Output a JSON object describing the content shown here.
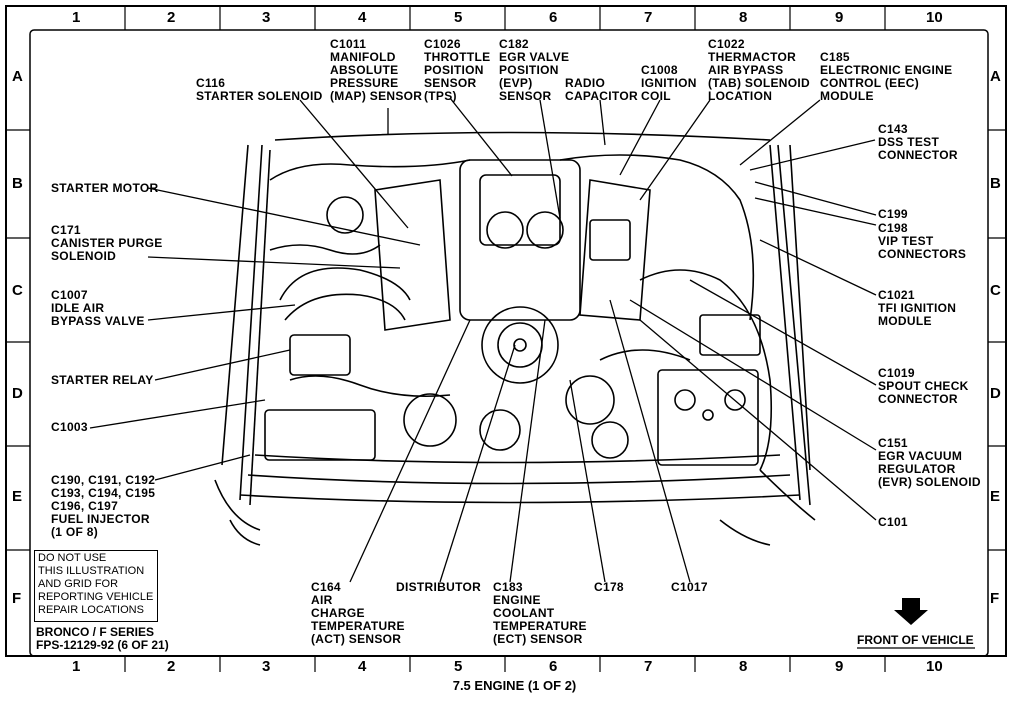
{
  "columns": [
    "1",
    "2",
    "3",
    "4",
    "5",
    "6",
    "7",
    "8",
    "9",
    "10"
  ],
  "rows": [
    "A",
    "B",
    "C",
    "D",
    "E",
    "F"
  ],
  "callouts": {
    "c116": "C116\nSTARTER SOLENOID",
    "c1011": "C1011\nMANIFOLD\nABSOLUTE\nPRESSURE\n(MAP) SENSOR",
    "c1026": "C1026\nTHROTTLE\nPOSITION\nSENSOR\n(TPS)",
    "c182": "C182\nEGR VALVE\nPOSITION\n(EVP)\nSENSOR",
    "radio_cap": "RADIO\nCAPACITOR",
    "c1008": "C1008\nIGNITION\nCOIL",
    "c1022": "C1022\nTHERMACTOR\nAIR BYPASS\n(TAB) SOLENOID\nLOCATION",
    "c185": "C185\nELECTRONIC ENGINE\nCONTROL (EEC)\nMODULE",
    "c143": "C143\nDSS TEST\nCONNECTOR",
    "starter_motor": "STARTER MOTOR",
    "c171": "C171\nCANISTER PURGE\nSOLENOID",
    "c199": "C199",
    "c198": "C198\nVIP TEST\nCONNECTORS",
    "c1007": "C1007\nIDLE AIR\nBYPASS VALVE",
    "c1021": "C1021\nTFI IGNITION\nMODULE",
    "starter_relay": "STARTER RELAY",
    "c1019": "C1019\nSPOUT CHECK\nCONNECTOR",
    "c1003": "C1003",
    "c151": "C151\nEGR VACUUM\nREGULATOR\n(EVR) SOLENOID",
    "c190": "C190, C191, C192\nC193, C194, C195\nC196, C197\nFUEL INJECTOR\n(1 OF 8)",
    "c101": "C101",
    "c164": "C164\nAIR\nCHARGE\nTEMPERATURE\n(ACT) SENSOR",
    "distributor": "DISTRIBUTOR",
    "c183": "C183\nENGINE\nCOOLANT\nTEMPERATURE\n(ECT) SENSOR",
    "c178": "C178",
    "c1017": "C1017"
  },
  "note": "DO NOT USE\nTHIS ILLUSTRATION\nAND GRID FOR\nREPORTING VEHICLE\nREPAIR LOCATIONS",
  "footer_left": "BRONCO / F SERIES\nFPS-12129-92 (6 OF 21)",
  "front_label": "FRONT OF VEHICLE",
  "caption": "7.5 ENGINE (1 OF 2)"
}
